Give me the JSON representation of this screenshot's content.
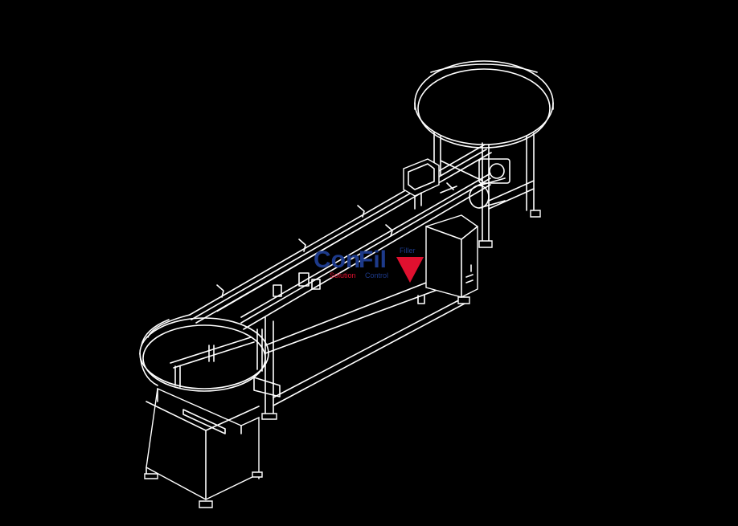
{
  "logo": {
    "part1": "Con",
    "part2": "Fil",
    "tag_top": "Filler",
    "tag_solution": "Solution",
    "tag_control": "Control",
    "colors": {
      "navy": "#1d3a8a",
      "red": "#e0102f",
      "white": "#ffffff"
    }
  },
  "colors": {
    "background": "#000000",
    "lines": "#ffffff"
  },
  "icons": [
    "logo-red-triangle-icon"
  ]
}
